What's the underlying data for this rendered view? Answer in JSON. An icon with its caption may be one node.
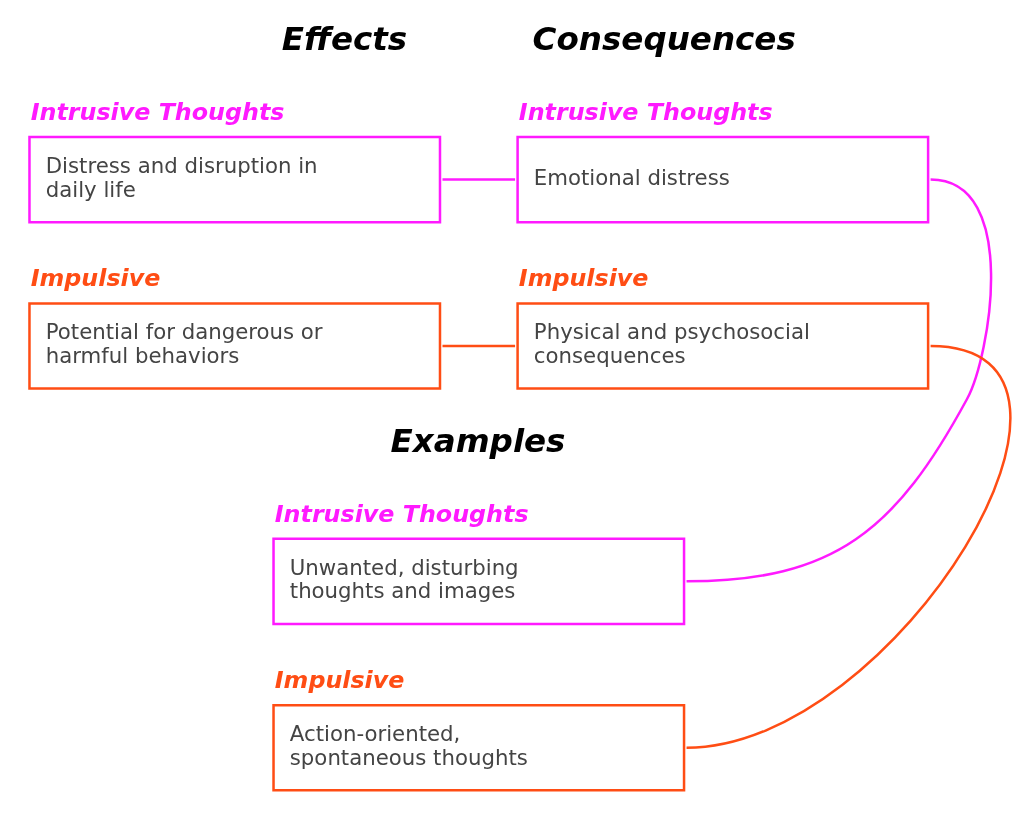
{
  "diagram": {
    "nodes": [
      {
        "text": [
          "Intrusive Thoughts",
          "Distress and disruption in daily life"
        ]
      },
      {
        "text": [
          "Intrusive Thoughts",
          "Emotional distress"
        ]
      },
      {
        "text": [
          "Impulsive",
          "Potential for dangerous or harmful behaviors"
        ]
      },
      {
        "text": [
          "Impulsive",
          "Physical and psychosocial consequences"
        ]
      },
      {
        "text": [
          "Intrusive Thoughts",
          "Unwanted, disturbing thoughts and images"
        ]
      },
      {
        "text": [
          "Impulsive",
          "Action-oriented, spontaneous thoughts"
        ]
      }
    ],
    "edges": [
      {
        "from": 0,
        "to": 1,
        "arrow": "none",
        "color": "#ff1aff"
      },
      {
        "from": 2,
        "to": 3,
        "arrow": "none",
        "color": "#ff4d14"
      },
      {
        "from": 1,
        "to": 4,
        "arrow": "none",
        "color": "#ff1aff"
      },
      {
        "from": 3,
        "to": 5,
        "arrow": "none",
        "color": "#ff4d14"
      }
    ],
    "labels": [
      "Effects",
      "Consequences",
      "Examples"
    ]
  }
}
